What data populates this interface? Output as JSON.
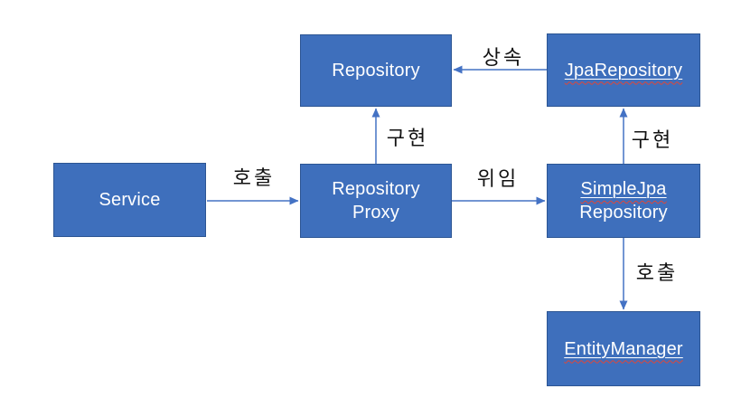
{
  "colors": {
    "background": "#ffffff",
    "node_fill": "#3e6fbc",
    "node_border": "#2c5593",
    "node_text": "#ffffff",
    "arrow": "#4472c4",
    "edge_label_text": "#111111",
    "spellcheck_squiggle": "#e04638"
  },
  "nodes": [
    {
      "id": "service",
      "lines": [
        "Service"
      ],
      "underlined_lines": []
    },
    {
      "id": "repository",
      "lines": [
        "Repository"
      ],
      "underlined_lines": []
    },
    {
      "id": "jpa-repository",
      "lines": [
        "JpaRepository"
      ],
      "underlined_lines": [
        0
      ]
    },
    {
      "id": "repository-proxy",
      "lines": [
        "Repository",
        "Proxy"
      ],
      "underlined_lines": []
    },
    {
      "id": "simple-jpa-repository",
      "lines": [
        "SimpleJpa",
        "Repository"
      ],
      "underlined_lines": [
        0
      ]
    },
    {
      "id": "entity-manager",
      "lines": [
        "EntityManager"
      ],
      "underlined_lines": [
        0
      ]
    }
  ],
  "edges": [
    {
      "id": "service-to-repository-proxy",
      "label": "호출",
      "from": "service",
      "to": "repository-proxy",
      "direction": "right"
    },
    {
      "id": "repository-proxy-to-repository",
      "label": "구현",
      "from": "repository-proxy",
      "to": "repository",
      "direction": "up"
    },
    {
      "id": "jpa-repository-to-repository",
      "label": "상속",
      "from": "jpa-repository",
      "to": "repository",
      "direction": "left"
    },
    {
      "id": "repository-proxy-to-simple-jpa-repository",
      "label": "위임",
      "from": "repository-proxy",
      "to": "simple-jpa-repository",
      "direction": "right"
    },
    {
      "id": "simple-jpa-repository-to-jpa-repository",
      "label": "구현",
      "from": "simple-jpa-repository",
      "to": "jpa-repository",
      "direction": "up"
    },
    {
      "id": "simple-jpa-repository-to-entity-manager",
      "label": "호출",
      "from": "simple-jpa-repository",
      "to": "entity-manager",
      "direction": "down"
    }
  ]
}
